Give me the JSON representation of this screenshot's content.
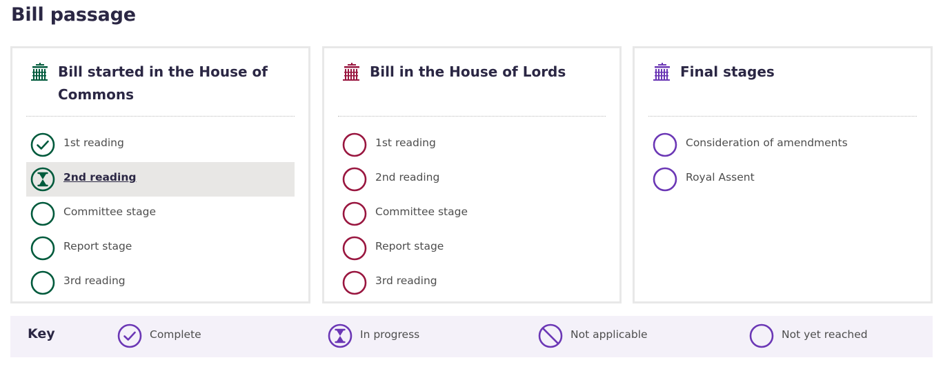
{
  "page": {
    "title": "Bill passage"
  },
  "colors": {
    "commons": "#005a3c",
    "lords": "#99163f",
    "final": "#6b37b5"
  },
  "icons": {
    "house": "portcullis-icon"
  },
  "commons": {
    "title_line1": "Bill started in the House of",
    "title_line2": "Commons",
    "stages": [
      {
        "label": "1st reading",
        "status": "complete"
      },
      {
        "label": "2nd reading",
        "status": "in-progress"
      },
      {
        "label": "Committee stage",
        "status": "not-yet-reached"
      },
      {
        "label": "Report stage",
        "status": "not-yet-reached"
      },
      {
        "label": "3rd reading",
        "status": "not-yet-reached"
      }
    ]
  },
  "lords": {
    "title": "Bill in the House of Lords",
    "stages": [
      {
        "label": "1st reading",
        "status": "not-yet-reached"
      },
      {
        "label": "2nd reading",
        "status": "not-yet-reached"
      },
      {
        "label": "Committee stage",
        "status": "not-yet-reached"
      },
      {
        "label": "Report stage",
        "status": "not-yet-reached"
      },
      {
        "label": "3rd reading",
        "status": "not-yet-reached"
      }
    ]
  },
  "final": {
    "title": "Final stages",
    "stages": [
      {
        "label": "Consideration of amendments",
        "status": "not-yet-reached"
      },
      {
        "label": "Royal Assent",
        "status": "not-yet-reached"
      }
    ]
  },
  "key": {
    "title": "Key",
    "items": [
      {
        "label": "Complete",
        "icon": "check-circle-icon"
      },
      {
        "label": "In progress",
        "icon": "hourglass-circle-icon"
      },
      {
        "label": "Not applicable",
        "icon": "not-applicable-icon"
      },
      {
        "label": "Not yet reached",
        "icon": "empty-circle-icon"
      }
    ]
  }
}
